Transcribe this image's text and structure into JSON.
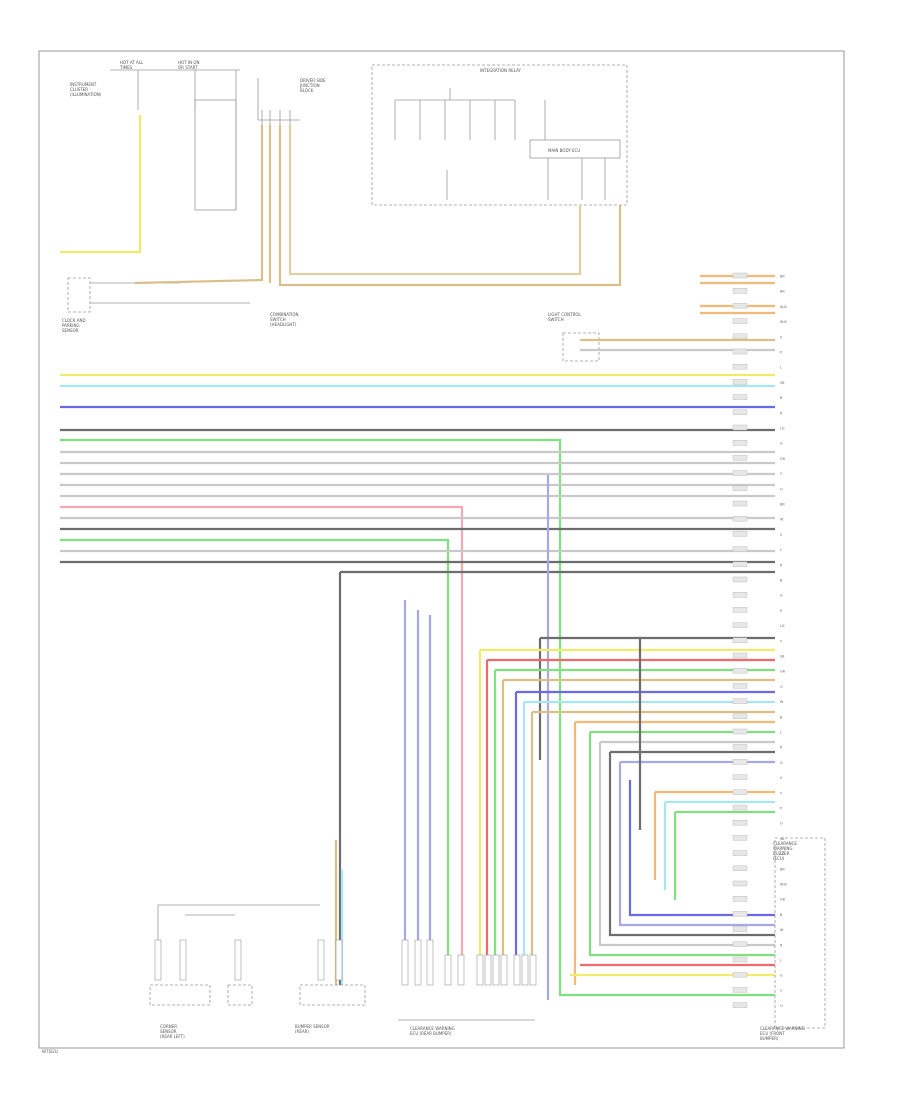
{
  "diagram": {
    "footer_code": "W7SI2U",
    "blocks": {
      "top_left_fuse_a": [
        "HOT AT ALL",
        "TIMES"
      ],
      "top_left_fuse_b": [
        "HOT IN ON",
        "OR START"
      ],
      "instrument_cluster": [
        "INSTRUMENT",
        "CLUSTER",
        "(ILLUMINATION)"
      ],
      "junction_box": [
        "DRIVER SIDE",
        "JUNCTION",
        "BLOCK"
      ],
      "module_top": "INTEGRATION RELAY",
      "body_ecu": "MAIN BODY ECU",
      "right_light_switch": [
        "LIGHT CONTROL",
        "SWITCH"
      ],
      "combination_switch": [
        "COMBINATION",
        "SWITCH",
        "(HEADLIGHT)"
      ],
      "left_side_switch": [
        "CLOCK AND",
        "PARKING",
        "SENSOR"
      ],
      "bottom_left_unit": [
        "CORNER",
        "SENSOR",
        "(REAR LEFT)"
      ],
      "bottom_mid_unit": [
        "BUMPER SENSOR",
        "(REAR)"
      ],
      "bottom_center_unit": [
        "CLEARANCE WARNING",
        "ECU (REAR BUMPER)"
      ],
      "bottom_right_unit": [
        "CLEARANCE WARNING",
        "ECU (FRONT",
        "BUMPER)"
      ],
      "right_module": [
        "CLEARANCE",
        "WARNING",
        "BUZZER",
        "(ECU)"
      ]
    },
    "right_pins": [
      "BR",
      "BR",
      "W-B",
      "W-B",
      "V",
      "P",
      "L",
      "SB",
      "B",
      "R",
      "LG",
      "G",
      "GR",
      "Y",
      "O",
      "BR",
      "W",
      "V",
      "L",
      "R",
      "B",
      "G",
      "P",
      "LG",
      "Y",
      "SB",
      "GR",
      "O",
      "W",
      "B",
      "L",
      "R",
      "G",
      "V",
      "Y",
      "P",
      "O",
      "SB",
      "LG",
      "BR",
      "W-B",
      "GR",
      "B",
      "W",
      "R",
      "L",
      "G",
      "Y",
      "O"
    ],
    "wire_colors": {
      "yellow": "#f2ea6a",
      "tan": "#d9c089",
      "orange": "#f3b979",
      "light_blue": "#a8e6f0",
      "blue": "#6a6ae8",
      "dark_gray": "#6d6d6d",
      "green": "#7ee07e",
      "pink": "#f4a9b4",
      "red": "#ef6a6a",
      "violet": "#a7a7ea",
      "light_gray": "#c9c9c9"
    }
  }
}
